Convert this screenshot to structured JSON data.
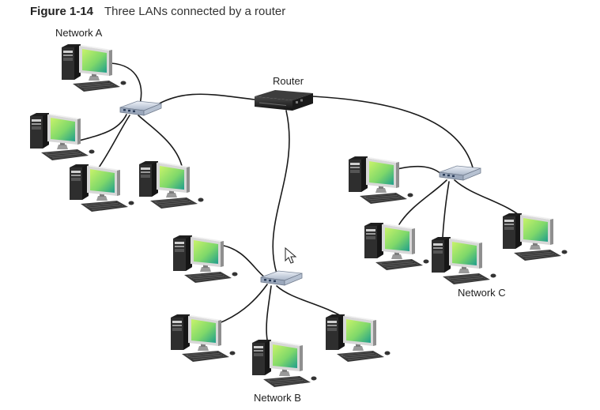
{
  "figure": {
    "number": "Figure 1-14",
    "title": "Three LANs connected by a router"
  },
  "labels": {
    "network_a": "Network A",
    "network_b": "Network B",
    "network_c": "Network C",
    "router": "Router"
  },
  "colors": {
    "cable": "#1a1a1a",
    "screen_light": "#b8ee60",
    "screen_dark": "#2aa888",
    "tower": "#2b2b2b",
    "hub": "#c8d2e0",
    "router": "#262626"
  }
}
